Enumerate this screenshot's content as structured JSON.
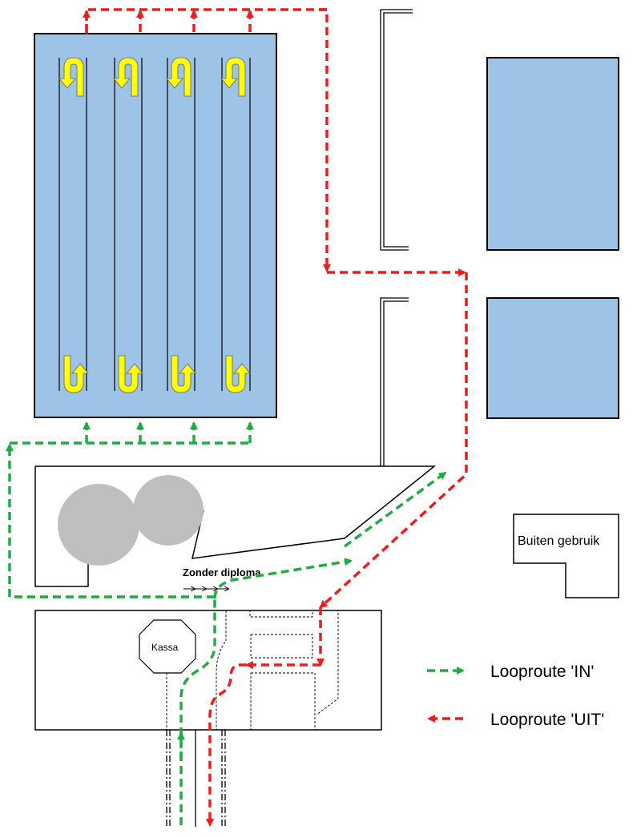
{
  "labels": {
    "out_of_use": "Buiten gebruik",
    "no_diploma": "Zonder diploma",
    "cashier": "Kassa"
  },
  "legend": {
    "in_label": "Looproute 'IN'",
    "out_label": "Looproute 'UIT'",
    "in_color": "#22aa44",
    "out_color": "#ee1c1c"
  },
  "colors": {
    "pool_fill": "#9dc3e6",
    "lane_arrow": "#ffff00",
    "tub_fill": "#bfbfbf"
  }
}
